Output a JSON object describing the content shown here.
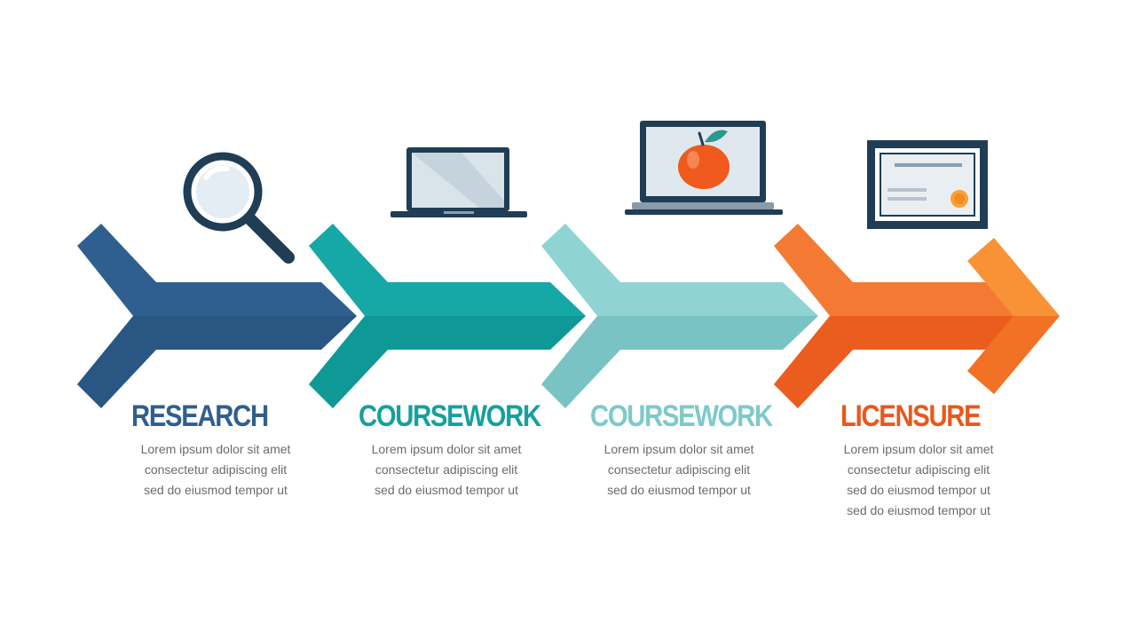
{
  "colors": {
    "research": "#2f5f8f",
    "research_dark": "#245078",
    "coursework_1": "#16a8a6",
    "coursework_1_dark": "#0f8f8d",
    "coursework_2": "#88cfcf",
    "coursework_2_dark": "#72bfc0",
    "licensure": "#f26a2a",
    "licensure_dark": "#e85a1c",
    "licensure_light": "#f68a3a",
    "icon_navy": "#1f3d55",
    "title_research": "#2f5f8f",
    "title_coursework_1": "#16a09d",
    "title_coursework_2": "#7ec9c9",
    "title_licensure": "#e8581e",
    "body_text": "#6b6b6b"
  },
  "stages": [
    {
      "title": "RESEARCH",
      "icon": "magnifying-glass-icon",
      "body": "Lorem ipsum dolor sit amet\nconsectetur adipiscing elit\nsed do eiusmod tempor ut"
    },
    {
      "title": "COURSEWORK",
      "icon": "laptop-icon",
      "body": "Lorem ipsum dolor sit amet\nconsectetur adipiscing elit\nsed do eiusmod tempor ut"
    },
    {
      "title": "COURSEWORK",
      "icon": "laptop-apple-icon",
      "body": "Lorem ipsum dolor sit amet\nconsectetur adipiscing elit\nsed do eiusmod tempor ut"
    },
    {
      "title": "LICENSURE",
      "icon": "certificate-icon",
      "body": "Lorem ipsum dolor sit amet\nconsectetur adipiscing elit\nsed do eiusmod tempor ut\nsed do eiusmod tempor ut"
    }
  ]
}
